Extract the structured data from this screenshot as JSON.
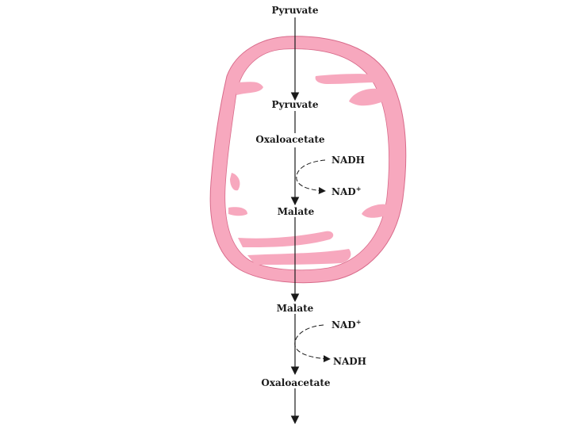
{
  "diagram": {
    "labels": {
      "pyruvate_top": "Pyruvate",
      "pyruvate_inner": "Pyruvate",
      "oxaloacetate_inner": "Oxaloacetate",
      "nadh_inner": "NADH",
      "nad_inner": "NAD",
      "nad_inner_sup": "+",
      "malate_inner": "Malate",
      "malate_outer": "Malate",
      "nad_outer": "NAD",
      "nad_outer_sup": "+",
      "nadh_outer": "NADH",
      "oxaloacetate_outer": "Oxaloacetate"
    },
    "colors": {
      "membrane": "#f7a8be",
      "membrane_edge": "#d86a8a",
      "arrow": "#1a1a1a"
    }
  }
}
